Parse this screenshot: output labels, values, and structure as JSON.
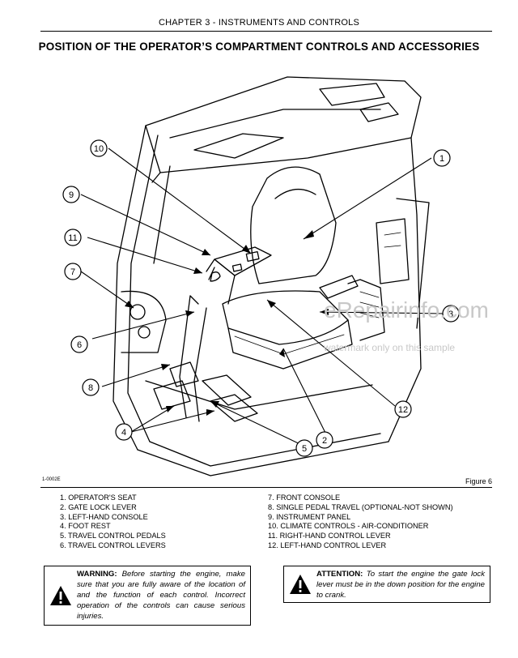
{
  "header": {
    "chapter": "CHAPTER 3 - INSTRUMENTS AND CONTROLS",
    "title": "POSITION OF THE OPERATOR’S COMPARTMENT CONTROLS AND ACCESSORIES"
  },
  "figure": {
    "code": "1-0002E",
    "label": "Figure 6",
    "callouts": [
      "1",
      "2",
      "3",
      "4",
      "5",
      "6",
      "7",
      "8",
      "9",
      "10",
      "11",
      "12"
    ]
  },
  "legend": {
    "left": [
      "1. OPERATOR'S SEAT",
      "2. GATE LOCK LEVER",
      "3. LEFT-HAND CONSOLE",
      "4. FOOT REST",
      "5. TRAVEL CONTROL PEDALS",
      "6. TRAVEL CONTROL LEVERS"
    ],
    "right": [
      "7. FRONT CONSOLE",
      "8. SINGLE PEDAL TRAVEL (OPTIONAL-NOT SHOWN)",
      "9. INSTRUMENT PANEL",
      "10. CLIMATE CONTROLS - AIR-CONDITIONER",
      "11. RIGHT-HAND CONTROL LEVER",
      "12. LEFT-HAND CONTROL LEVER"
    ]
  },
  "warning": {
    "label": "WARNING:",
    "text": "Before starting the engine, make sure that you are fully aware of the location of and the function of each control. Incorrect operation of the controls can cause serious injuries."
  },
  "attention": {
    "label": "ATTENTION:",
    "text": "To start the engine the gate lock lever must be in the down position for the engine to crank."
  },
  "watermark": {
    "site": "eRepairinfo.com",
    "note": "watermark only on this sample"
  }
}
